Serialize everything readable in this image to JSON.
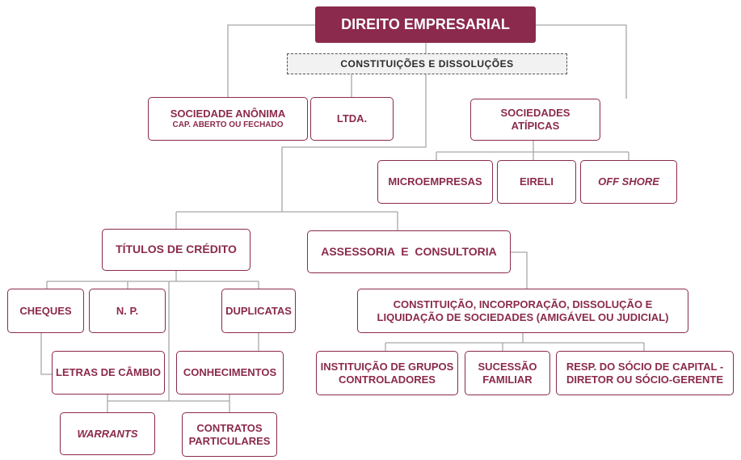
{
  "colors": {
    "accent": "#8b2a4c",
    "connector": "#a8a8a8"
  },
  "title": "DIREITO EMPRESARIAL",
  "subtitle": "CONSTITUIÇÕES E DISSOLUÇÕES",
  "nodes": {
    "sa": {
      "line1": "SOCIEDADE ANÔNIMA",
      "line2": "CAP. ABERTO OU FECHADO"
    },
    "ltda": "LTDA.",
    "atipicas": {
      "line1": "SOCIEDADES",
      "line2": "ATÍPICAS"
    },
    "micro": "MICROEMPRESAS",
    "eireli": "EIRELI",
    "offshore": "OFF SHORE",
    "titulos": "TÍTULOS DE CRÉDITO",
    "assessoria": "ASSESSORIA  E  CONSULTORIA",
    "cheques": "CHEQUES",
    "np": "N. P.",
    "duplicatas": "DUPLICATAS",
    "letras": "LETRAS DE CÂMBIO",
    "conhecimentos": "CONHECIMENTOS",
    "warrants": "WARRANTS",
    "contratos": {
      "line1": "CONTRATOS",
      "line2": "PARTICULARES"
    },
    "constituicao": {
      "line1": "CONSTITUIÇÃO, INCORPORAÇÃO, DISSOLUÇÃO E",
      "line2": "LIQUIDAÇÃO DE SOCIEDADES (AMIGÁVEL OU JUDICIAL)"
    },
    "instituicao": {
      "line1": "INSTITUIÇÃO DE GRUPOS",
      "line2": "CONTROLADORES"
    },
    "sucessao": {
      "line1": "SUCESSÃO",
      "line2": "FAMILIAR"
    },
    "resp": {
      "line1": "RESP. DO SÓCIO DE CAPITAL -",
      "line2": "DIRETOR OU SÓCIO-GERENTE"
    }
  }
}
